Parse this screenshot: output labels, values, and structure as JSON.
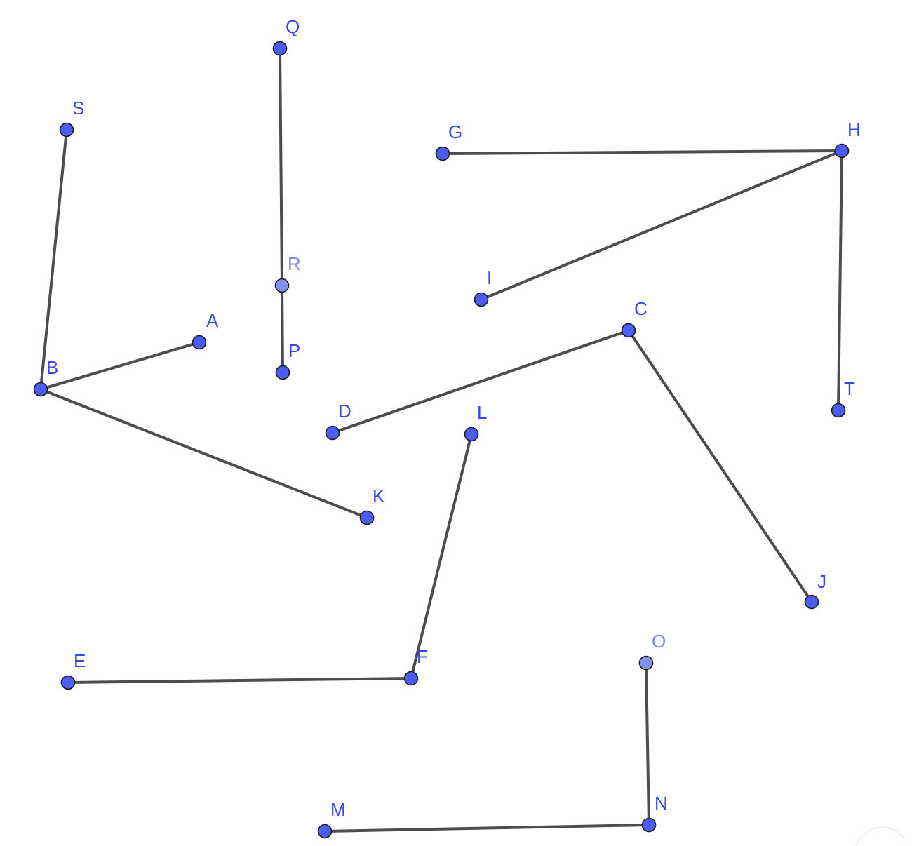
{
  "diagram": {
    "points": [
      {
        "id": "A",
        "label": "A",
        "style": "normal"
      },
      {
        "id": "B",
        "label": "B",
        "style": "normal"
      },
      {
        "id": "C",
        "label": "C",
        "style": "normal"
      },
      {
        "id": "D",
        "label": "D",
        "style": "normal"
      },
      {
        "id": "E",
        "label": "E",
        "style": "normal"
      },
      {
        "id": "F",
        "label": "F",
        "style": "normal"
      },
      {
        "id": "G",
        "label": "G",
        "style": "normal"
      },
      {
        "id": "H",
        "label": "H",
        "style": "normal"
      },
      {
        "id": "I",
        "label": "I",
        "style": "normal"
      },
      {
        "id": "J",
        "label": "J",
        "style": "normal"
      },
      {
        "id": "K",
        "label": "K",
        "style": "normal"
      },
      {
        "id": "L",
        "label": "L",
        "style": "normal"
      },
      {
        "id": "M",
        "label": "M",
        "style": "normal"
      },
      {
        "id": "N",
        "label": "N",
        "style": "normal"
      },
      {
        "id": "O",
        "label": "O",
        "style": "light"
      },
      {
        "id": "P",
        "label": "P",
        "style": "normal"
      },
      {
        "id": "Q",
        "label": "Q",
        "style": "normal"
      },
      {
        "id": "R",
        "label": "R",
        "style": "light"
      },
      {
        "id": "S",
        "label": "S",
        "style": "normal"
      },
      {
        "id": "T",
        "label": "T",
        "style": "normal"
      }
    ],
    "segments": [
      [
        "S",
        "B"
      ],
      [
        "B",
        "A"
      ],
      [
        "B",
        "K"
      ],
      [
        "Q",
        "R"
      ],
      [
        "R",
        "P"
      ],
      [
        "G",
        "H"
      ],
      [
        "H",
        "I"
      ],
      [
        "H",
        "T"
      ],
      [
        "D",
        "C"
      ],
      [
        "C",
        "J"
      ],
      [
        "L",
        "F"
      ],
      [
        "E",
        "F"
      ],
      [
        "O",
        "N"
      ],
      [
        "M",
        "N"
      ]
    ],
    "colors": {
      "point_fill": "#4d5cf0",
      "point_fill_light": "#8090ee",
      "label": "#3b45ee",
      "label_light": "#7f89e8",
      "segment": "#4d4d4d"
    }
  }
}
